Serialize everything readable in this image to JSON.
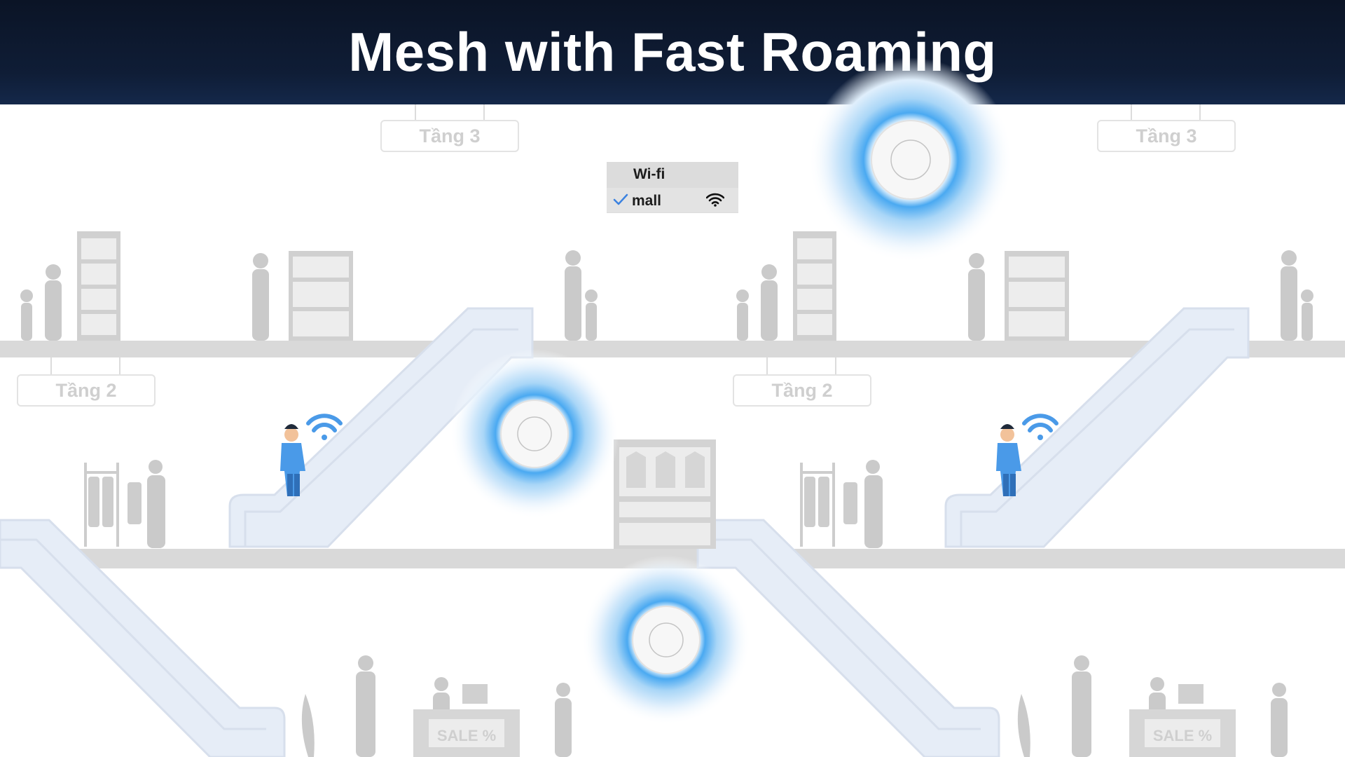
{
  "title": "Mesh with Fast Roaming",
  "floor_signs": [
    {
      "label": "Tầng 3"
    },
    {
      "label": "Tầng 3"
    },
    {
      "label": "Tầng 2"
    },
    {
      "label": "Tầng 2"
    }
  ],
  "wifi_panel": {
    "heading": "Wi-fi",
    "network": "mall",
    "icons": [
      "check-icon",
      "wifi-signal-icon"
    ]
  },
  "sale_signs": [
    {
      "label": "SALE %"
    },
    {
      "label": "SALE %"
    }
  ],
  "colors": {
    "header_bg": "#0f1d36",
    "title_text": "#ffffff",
    "floor_gray": "#d9d9d9",
    "silhouette": "#c9c9c9",
    "escalator": "#e5ecf6",
    "signal_glow": "#6fb8ef",
    "person_blue": "#4a9ae8"
  }
}
